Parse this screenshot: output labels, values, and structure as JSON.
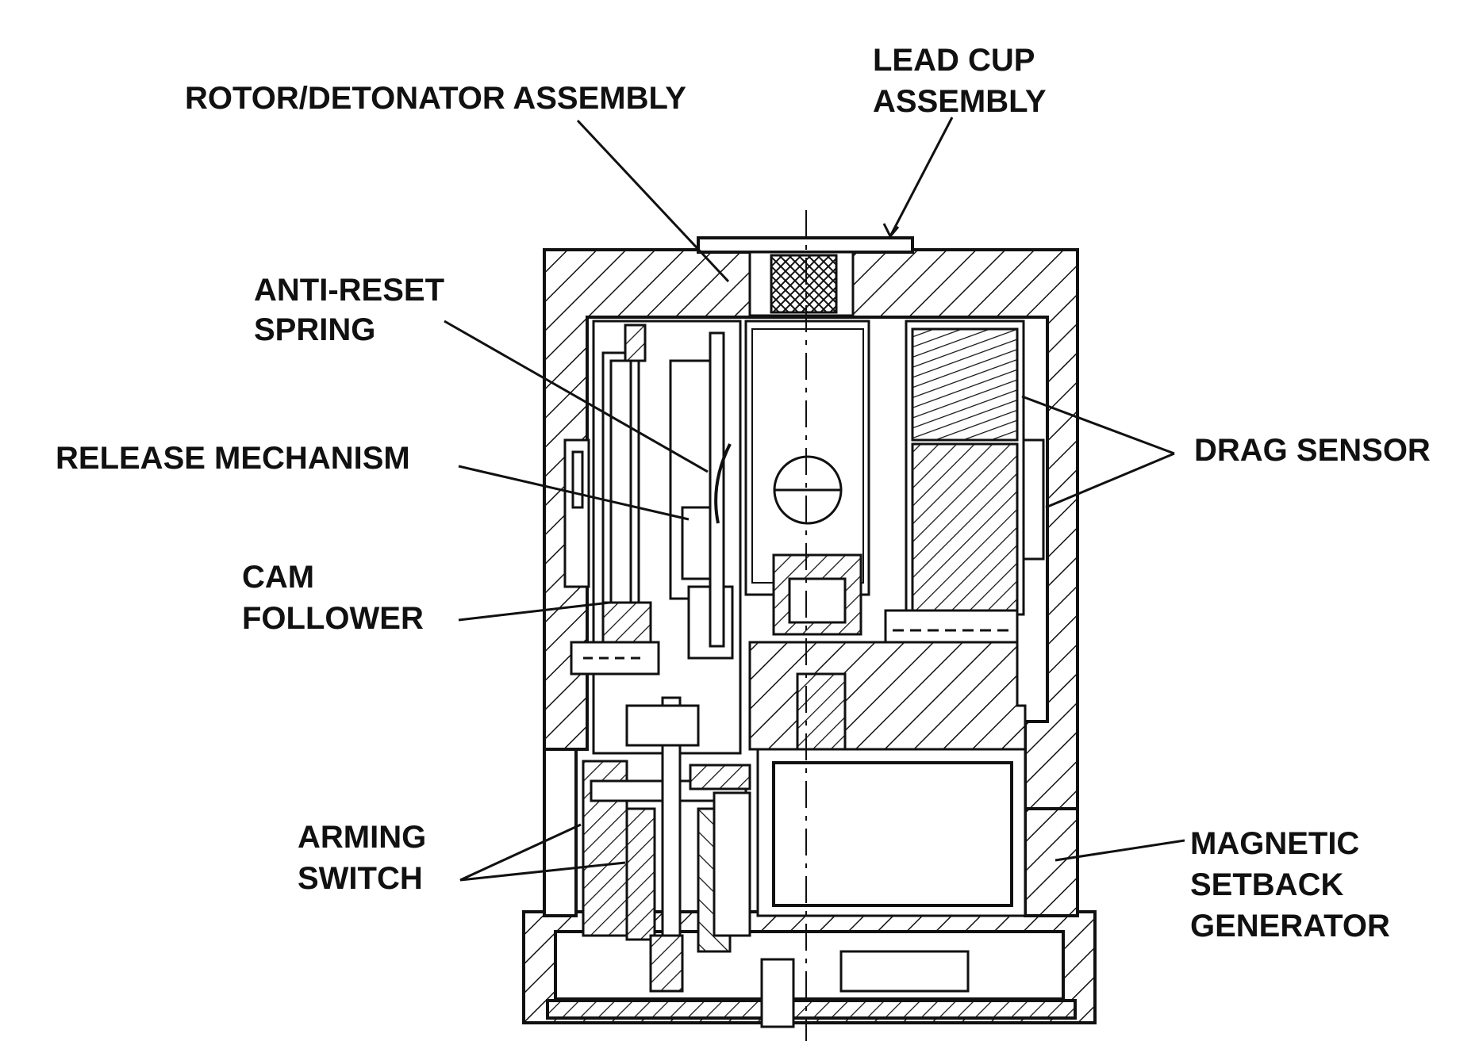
{
  "labels": {
    "rotor_detonator": "ROTOR/DETONATOR ASSEMBLY",
    "lead_cup_line1": "LEAD CUP",
    "lead_cup_line2": "ASSEMBLY",
    "anti_reset_line1": "ANTI-RESET",
    "anti_reset_line2": "SPRING",
    "release_mechanism": "RELEASE MECHANISM",
    "cam_follower_line1": "CAM",
    "cam_follower_line2": "FOLLOWER",
    "drag_sensor": "DRAG SENSOR",
    "arming_switch_line1": "ARMING",
    "arming_switch_line2": "SWITCH",
    "magnetic_line1": "MAGNETIC",
    "magnetic_line2": "SETBACK",
    "magnetic_line3": "GENERATOR"
  },
  "colors": {
    "ink": "#111111",
    "paper": "#ffffff"
  }
}
